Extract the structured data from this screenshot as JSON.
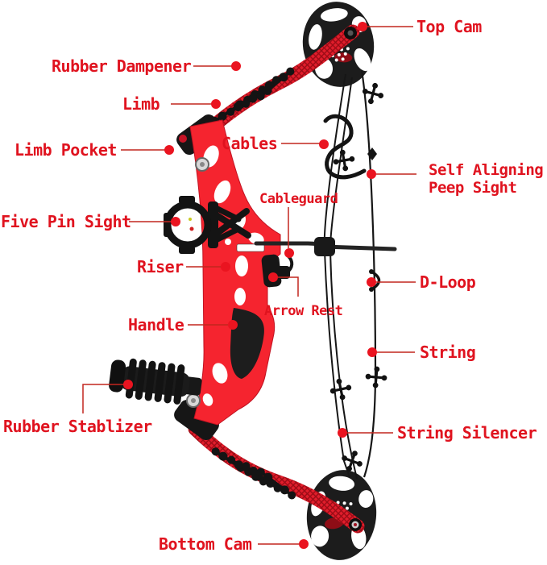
{
  "colors": {
    "label": "#e0131f",
    "leader": "#c2261f",
    "dot": "#ea1420",
    "bow_red": "#f5242f",
    "bow_red2": "#e01d2b",
    "bow_red_dark": "#9c0c16",
    "black": "#1a1a1a"
  },
  "labels": {
    "top_cam": "Top Cam",
    "rubber_dampener": "Rubber Dampener",
    "limb": "Limb",
    "limb_pocket": "Limb Pocket",
    "cables": "Cables",
    "cableguard": "Cableguard",
    "peep_line1": "Self Aligning",
    "peep_line2": "Peep Sight",
    "five_pin_sight": "Five Pin Sight",
    "riser": "Riser",
    "d_loop": "D-Loop",
    "arrow_rest": "Arrow Rest",
    "handle": "Handle",
    "string": "String",
    "rubber_stablizer": "Rubber Stablizer",
    "string_silencer": "String Silencer",
    "bottom_cam": "Bottom Cam"
  }
}
